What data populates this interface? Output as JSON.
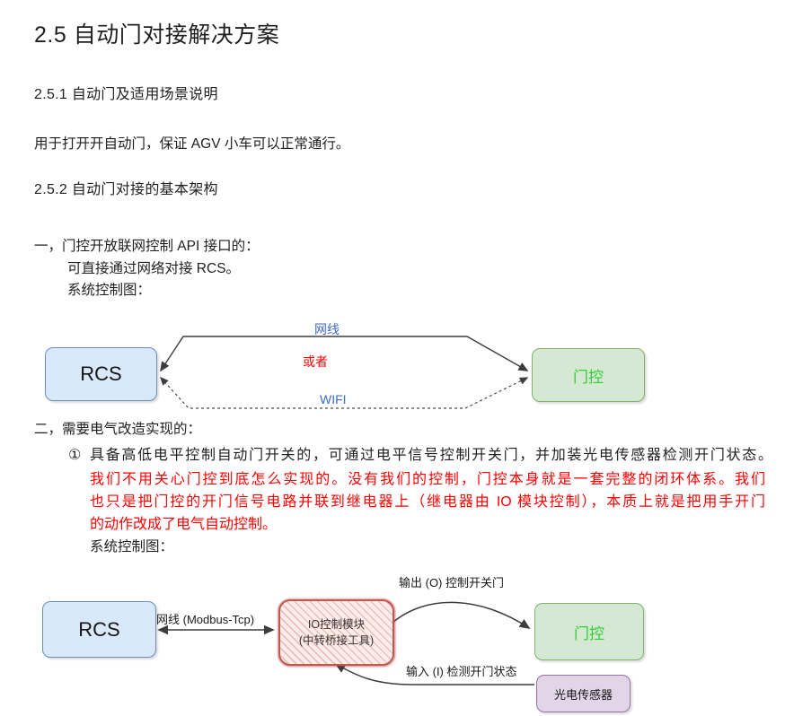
{
  "doc": {
    "h1": "2.5 自动门对接解决方案",
    "h2_scene": "2.5.1 自动门及适用场景说明",
    "p_scene": "用于打开开自动门，保证 AGV 小车可以正常通行。",
    "h2_arch": "2.5.2 自动门对接的基本架构",
    "case1": {
      "line1": "一，门控开放联网控制 API 接口的：",
      "line2": "可直接通过网络对接 RCS。",
      "line3": "系统控制图："
    },
    "case2": {
      "line1": "二，需要电气改造实现的：",
      "item_marker": "①",
      "item_text": "具备高低电平控制自动门开关的，可通过电平信号控制开关门，并加装光电传感器检测开门状态。",
      "note_lines": [
        "我们不用关心门控到底怎么实现的。没有我们的控制，门控本身就是一套完整的闭环体系。我们",
        "也只是把门控的开门信号电路并联到继电器上（继电器由 IO 模块控制），本质上就是把用手开门",
        "的动作改成了电气自动控制。"
      ],
      "line_diagram": "系统控制图："
    }
  },
  "diagram1": {
    "rcs": "RCS",
    "door": "门控",
    "edge_top": "网线",
    "edge_mid": "或者",
    "edge_bottom": "WIFI"
  },
  "diagram2": {
    "rcs": "RCS",
    "io_line1": "IO控制模块",
    "io_line2": "(中转桥接工具)",
    "door": "门控",
    "sensor": "光电传感器",
    "edge_rcs_io": "网线 (Modbus-Tcp)",
    "edge_out": "输出 (O) 控制开关门",
    "edge_in": "输入 (I) 检测开门状态"
  },
  "colors": {
    "rcs_fill": "#dae8fc",
    "rcs_border": "#6c8ebf",
    "door_fill": "#d5e8d4",
    "door_border": "#82b366",
    "door_text": "#33cc33",
    "io_fill": "#fcecea",
    "io_border": "#c0564e",
    "sensor_fill": "#e1d5e7",
    "sensor_border": "#9673a6",
    "edge_blue": "#3b6cc7",
    "edge_red": "#ff0000",
    "note_red": "#ff0000",
    "arrow": "#3d3d3d"
  }
}
